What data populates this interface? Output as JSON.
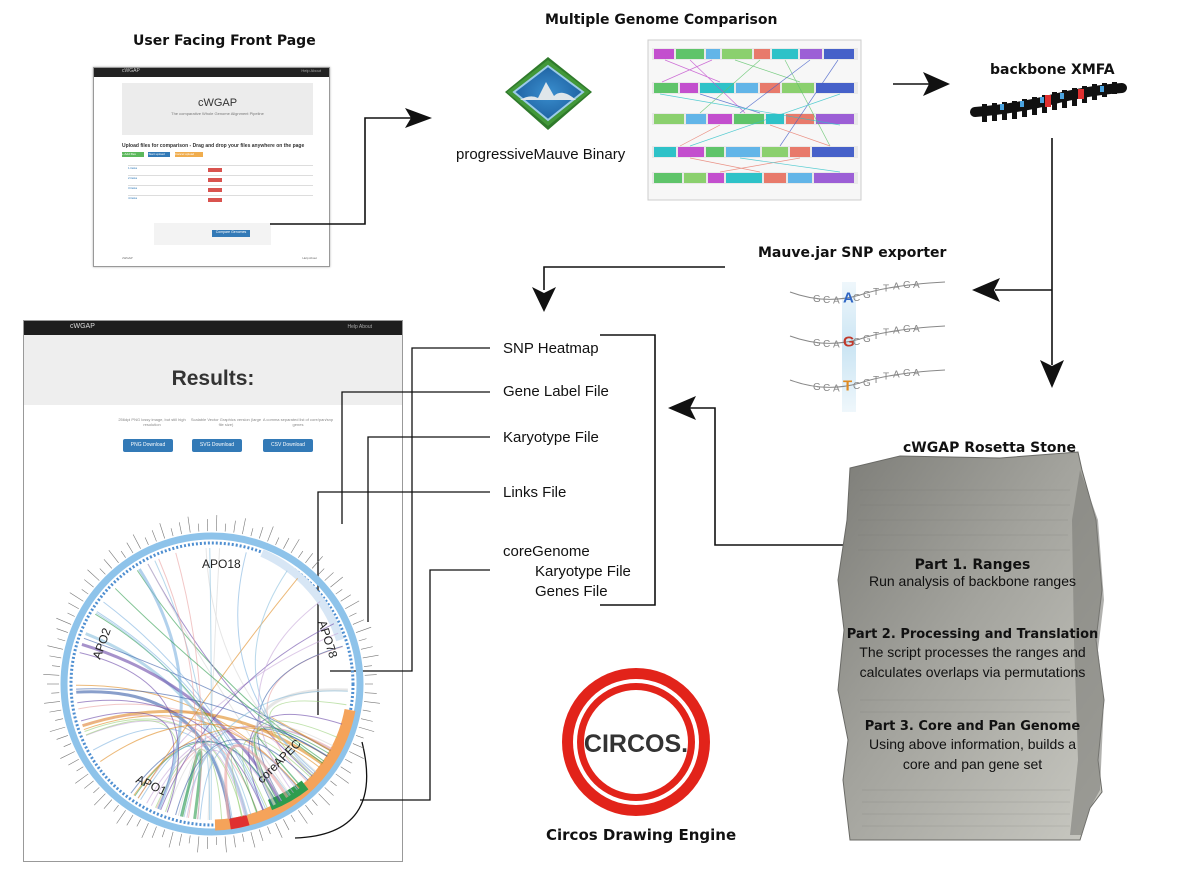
{
  "titles": {
    "front_page": "User Facing Front Page",
    "genome_comparison": "Multiple Genome Comparison",
    "backbone": "backbone XMFA",
    "snp_exporter": "Mauve.jar SNP exporter",
    "rosetta": "cWGAP Rosetta Stone",
    "circos": "Circos Drawing Engine"
  },
  "mauve_label": "progressiveMauve Binary",
  "front_mock": {
    "brand": "cWGAP",
    "nav": "Help   About",
    "hero_title": "cWGAP",
    "hero_sub": "The comparative Whole Genome Alignment Pipeline",
    "upload_title": "Upload files for comparison - Drag and drop your files anywhere on the page",
    "buttons": [
      "+ Add files",
      "Start upload",
      "Cancel upload"
    ],
    "rows": [
      "1.fasta",
      "2.fasta",
      "3.fasta",
      "4.fasta"
    ],
    "compare_btn": "Compare Genomes",
    "footer_left": "cWGAP",
    "footer_right": "Help  About"
  },
  "results_mock": {
    "brand": "cWGAP",
    "nav": "Help   About",
    "title": "Results:",
    "descriptions": [
      "256dpi PNG lossy image, but still high resolution",
      "Scalable Vector Graphics version (large file size)",
      "A comma separated list of core/pan/snp genes"
    ],
    "buttons": [
      "PNG Download",
      "SVG Download",
      "CSV Download"
    ],
    "circos_labels": [
      "APO18",
      "APO2",
      "APO78",
      "APO1",
      "coreAPEC"
    ]
  },
  "files": [
    "SNP Heatmap",
    "Gene Label File",
    "Karyotype File",
    "Links File",
    "coreGenome",
    "Karyotype File",
    "Genes File"
  ],
  "dna_sequences": [
    "GCAACGTTAGA",
    "GCAGCGTTAGA",
    "GCATCGTTAGA"
  ],
  "snp_letters": [
    "A",
    "G",
    "T"
  ],
  "rosetta_parts": [
    {
      "title": "Part 1. Ranges",
      "text": "Run analysis of backbone ranges"
    },
    {
      "title": "Part 2. Processing and Translation",
      "text": "The script processes the ranges and calculates overlaps via permutations"
    },
    {
      "title": "Part 3. Core and Pan Genome",
      "text": "Using above information, builds a core and pan gene set"
    }
  ],
  "circos_logo": "CIRCOS.",
  "colors": {
    "bootstrap_blue": "#337ab7",
    "red_logo": "#e2231a",
    "stone": "#8f8f8a",
    "core_orange": "#f5a35a"
  }
}
